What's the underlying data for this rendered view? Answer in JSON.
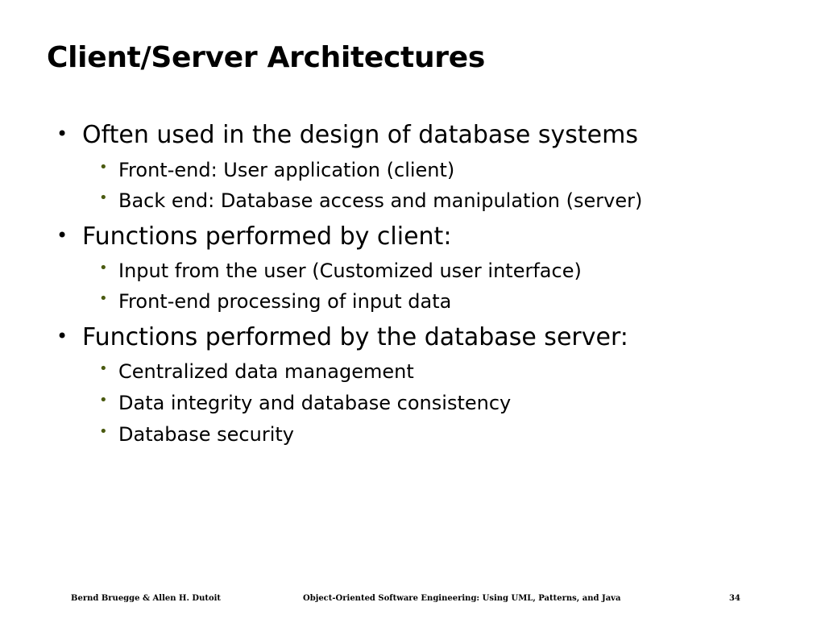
{
  "slide": {
    "title": "Client/Server Architectures",
    "bullets": [
      {
        "text": "Often used in the design of database systems",
        "level": 1,
        "icon": "bullet-dot-icon"
      },
      {
        "text": "Front-end: User application (client)",
        "level": 2,
        "icon": "bullet-dot-icon"
      },
      {
        "text": "Back end: Database access and manipulation (server)",
        "level": 2,
        "icon": "bullet-dot-icon"
      },
      {
        "text": "Functions performed by client:",
        "level": 1,
        "icon": "bullet-dot-icon"
      },
      {
        "text": "Input from the user (Customized user interface)",
        "level": 2,
        "icon": "bullet-dot-icon"
      },
      {
        "text": "Front-end processing of input data",
        "level": 2,
        "icon": "bullet-dot-icon"
      },
      {
        "text": "Functions performed by the database server:",
        "level": 1,
        "icon": "bullet-dot-icon"
      },
      {
        "text": "Centralized data management",
        "level": 2,
        "icon": "bullet-dot-icon"
      },
      {
        "text": "Data integrity and database consistency",
        "level": 2,
        "icon": "bullet-dot-icon"
      },
      {
        "text": "Database security",
        "level": 2,
        "icon": "bullet-dot-icon"
      }
    ],
    "bullet_symbol": "•",
    "sub_bullet_color": "#4a5a10"
  },
  "footer": {
    "authors": "Bernd Bruegge & Allen H. Dutoit",
    "book_title": "Object-Oriented Software Engineering: Using UML, Patterns, and Java",
    "page_number": "34"
  }
}
